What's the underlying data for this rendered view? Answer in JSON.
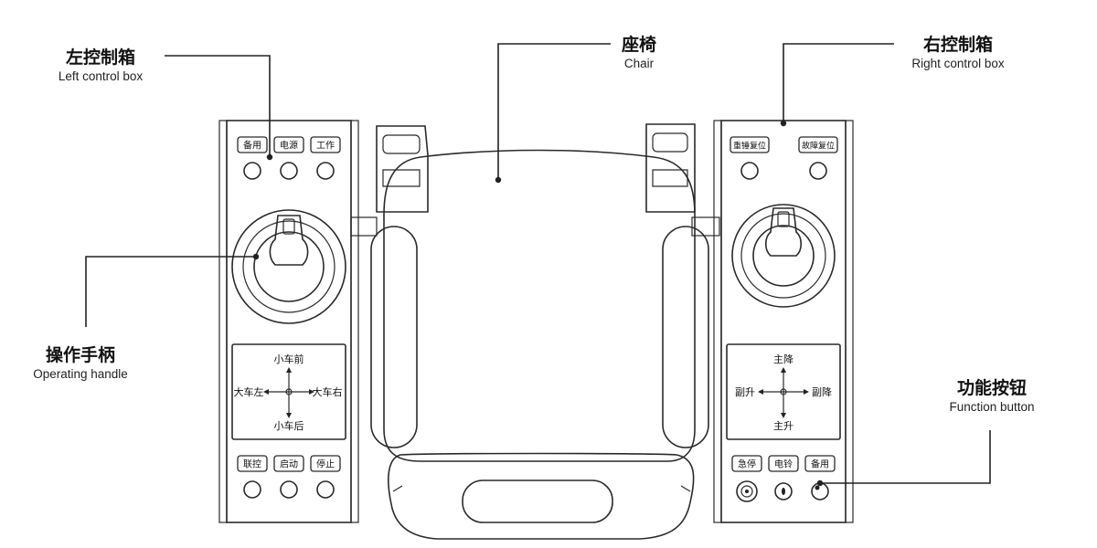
{
  "labels": {
    "left_box": {
      "cn": "左控制箱",
      "en": "Left control box"
    },
    "chair": {
      "cn": "座椅",
      "en": "Chair"
    },
    "right_box": {
      "cn": "右控制箱",
      "en": "Right control box"
    },
    "handle": {
      "cn": "操作手柄",
      "en": "Operating handle"
    },
    "function_button": {
      "cn": "功能按钮",
      "en": "Function button"
    }
  },
  "left_panel": {
    "top_buttons": [
      "备用",
      "电源",
      "工作"
    ],
    "directions": {
      "up": "小车前",
      "down": "小车后",
      "left": "大车左",
      "right": "大车右"
    },
    "bottom_buttons": [
      "联控",
      "启动",
      "停止"
    ]
  },
  "right_panel": {
    "top_buttons": [
      "重锤复位",
      "故障复位"
    ],
    "directions": {
      "up": "主降",
      "down": "主升",
      "left": "副升",
      "right": "副降"
    },
    "bottom_buttons": [
      "急停",
      "电铃",
      "备用"
    ]
  }
}
